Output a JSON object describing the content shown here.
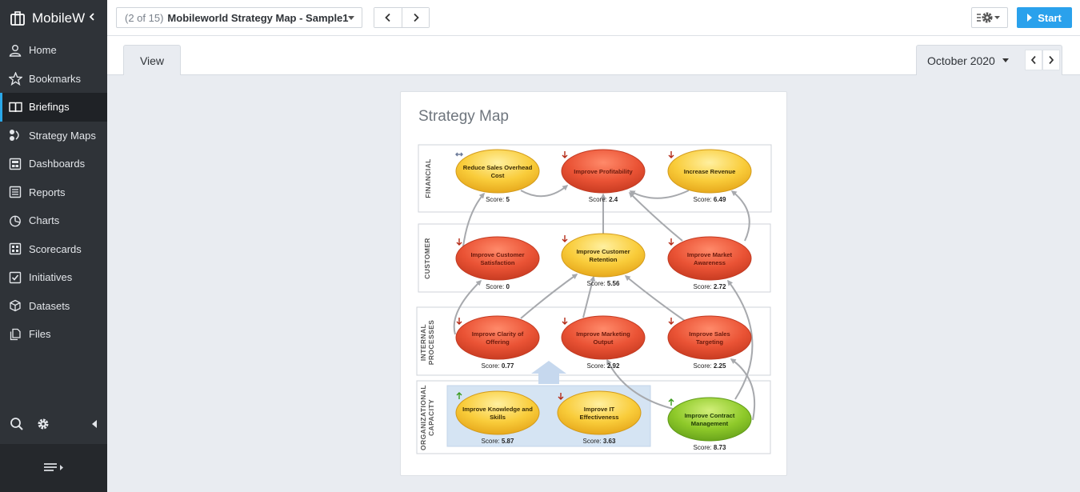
{
  "app": {
    "name": "MobileW"
  },
  "sidebar": {
    "items": [
      {
        "label": "Home",
        "icon": "user-icon"
      },
      {
        "label": "Bookmarks",
        "icon": "star-icon"
      },
      {
        "label": "Briefings",
        "icon": "book-icon",
        "active": true
      },
      {
        "label": "Strategy Maps",
        "icon": "strategy-map-icon"
      },
      {
        "label": "Dashboards",
        "icon": "dashboard-icon"
      },
      {
        "label": "Reports",
        "icon": "report-icon"
      },
      {
        "label": "Charts",
        "icon": "pie-chart-icon"
      },
      {
        "label": "Scorecards",
        "icon": "scorecard-icon"
      },
      {
        "label": "Initiatives",
        "icon": "checkbox-icon"
      },
      {
        "label": "Datasets",
        "icon": "cube-icon"
      },
      {
        "label": "Files",
        "icon": "files-icon"
      }
    ]
  },
  "toolbar": {
    "doc_count": "(2 of 15)",
    "doc_title": "Mobileworld Strategy Map - Sample1",
    "start_label": "Start"
  },
  "tabs": {
    "view_label": "View"
  },
  "period": {
    "label": "October 2020"
  },
  "card": {
    "title": "Strategy Map"
  },
  "colors": {
    "accent": "#2aa1ec",
    "sidebar_bg": "#2f3338",
    "node_red": "#e9573f",
    "node_yellow": "#f7c531",
    "node_green": "#8cc63f"
  },
  "strategy_map": {
    "perspectives": [
      {
        "id": "financial",
        "label": "FINANCIAL"
      },
      {
        "id": "customer",
        "label": "CUSTOMER"
      },
      {
        "id": "internal",
        "label": "INTERNAL PROCESSES"
      },
      {
        "id": "org",
        "label": "ORGANIZATIONAL CAPACITY"
      }
    ],
    "objectives": [
      {
        "id": "reduce-sales-overhead-cost",
        "label": "Reduce Sales Overhead Cost",
        "score_label": "Score:",
        "score": "5",
        "status": "yellow",
        "trend": "flat"
      },
      {
        "id": "improve-profitability",
        "label": "Improve Profitability",
        "score_label": "Score:",
        "score": "2.4",
        "status": "red",
        "trend": "down"
      },
      {
        "id": "increase-revenue",
        "label": "Increase Revenue",
        "score_label": "Score:",
        "score": "6.49",
        "status": "yellow",
        "trend": "down"
      },
      {
        "id": "improve-customer-satisfaction",
        "label": "Improve Customer Satisfaction",
        "score_label": "Score:",
        "score": "0",
        "status": "red",
        "trend": "down"
      },
      {
        "id": "improve-customer-retention",
        "label": "Improve Customer Retention",
        "score_label": "Score:",
        "score": "5.56",
        "status": "yellow",
        "trend": "down"
      },
      {
        "id": "improve-market-awareness",
        "label": "Improve Market Awareness",
        "score_label": "Score:",
        "score": "2.72",
        "status": "red",
        "trend": "down"
      },
      {
        "id": "improve-clarity-of-offering",
        "label": "Improve Clarity of Offering",
        "score_label": "Score:",
        "score": "0.77",
        "status": "red",
        "trend": "down"
      },
      {
        "id": "improve-marketing-output",
        "label": "Improve Marketing Output",
        "score_label": "Score:",
        "score": "2.92",
        "status": "red",
        "trend": "down"
      },
      {
        "id": "improve-sales-targeting",
        "label": "Improve Sales Targeting",
        "score_label": "Score:",
        "score": "2.25",
        "status": "red",
        "trend": "down"
      },
      {
        "id": "improve-knowledge-and-skills",
        "label": "Improve Knowledge and Skills",
        "score_label": "Score:",
        "score": "5.87",
        "status": "yellow",
        "trend": "up"
      },
      {
        "id": "improve-it-effectiveness",
        "label": "Improve IT Effectiveness",
        "score_label": "Score:",
        "score": "3.63",
        "status": "yellow",
        "trend": "down"
      },
      {
        "id": "improve-contract-management",
        "label": "Improve Contract Management",
        "score_label": "Score:",
        "score": "8.73",
        "status": "green",
        "trend": "up"
      }
    ],
    "links": [
      [
        "reduce-sales-overhead-cost",
        "improve-profitability"
      ],
      [
        "increase-revenue",
        "improve-profitability"
      ],
      [
        "improve-customer-satisfaction",
        "reduce-sales-overhead-cost"
      ],
      [
        "improve-customer-retention",
        "improve-profitability"
      ],
      [
        "improve-market-awareness",
        "improve-profitability"
      ],
      [
        "improve-market-awareness",
        "increase-revenue"
      ],
      [
        "improve-clarity-of-offering",
        "improve-customer-satisfaction"
      ],
      [
        "improve-clarity-of-offering",
        "improve-customer-retention"
      ],
      [
        "improve-marketing-output",
        "improve-customer-retention"
      ],
      [
        "improve-sales-targeting",
        "improve-customer-retention"
      ],
      [
        "improve-contract-management",
        "improve-market-awareness"
      ],
      [
        "improve-contract-management",
        "improve-sales-targeting"
      ],
      [
        "improve-contract-management",
        "improve-marketing-output"
      ]
    ]
  }
}
